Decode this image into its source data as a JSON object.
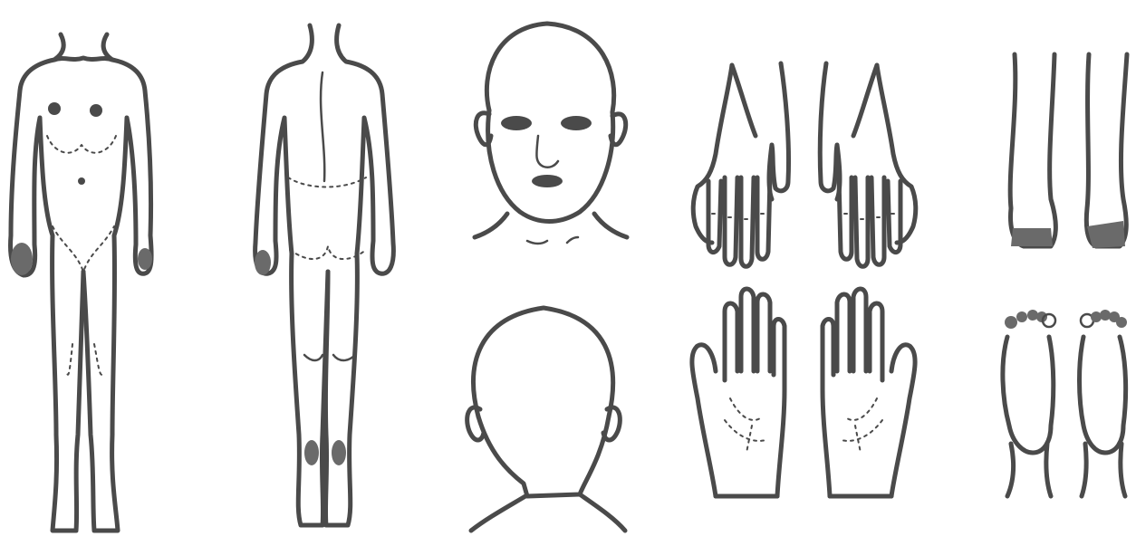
{
  "figure": {
    "kind": "body-map-line-drawing",
    "views": [
      {
        "id": "body-front",
        "label": ""
      },
      {
        "id": "body-back",
        "label": ""
      },
      {
        "id": "head-front",
        "label": ""
      },
      {
        "id": "head-back",
        "label": ""
      },
      {
        "id": "hands-dorsal",
        "label": ""
      },
      {
        "id": "hands-palmar",
        "label": ""
      },
      {
        "id": "feet-dorsal",
        "label": ""
      },
      {
        "id": "feet-plantar",
        "label": ""
      }
    ]
  },
  "colors": {
    "ink": "#4a4a4a",
    "shade": "#6a6a6a",
    "background": "#ffffff"
  }
}
